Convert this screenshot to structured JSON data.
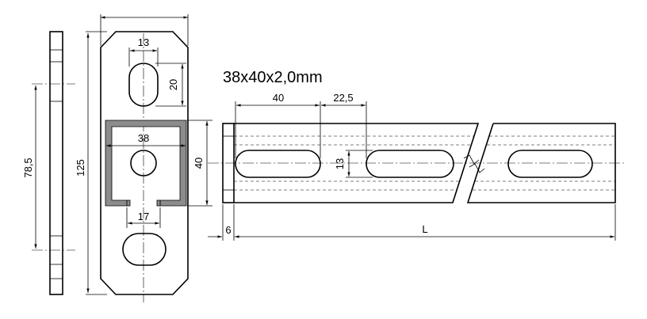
{
  "title": "38x40x2,0mm",
  "dimensions": {
    "top_width": "",
    "slot_width": "13",
    "slot_length": "20",
    "overall_height": "125",
    "hole_spacing": "78,5",
    "profile_width": "38",
    "profile_height": "40",
    "opening": "17",
    "slot_pitch": "40",
    "slot_offset": "22,5",
    "slot_height": "13",
    "wall": "6",
    "length": "L"
  }
}
